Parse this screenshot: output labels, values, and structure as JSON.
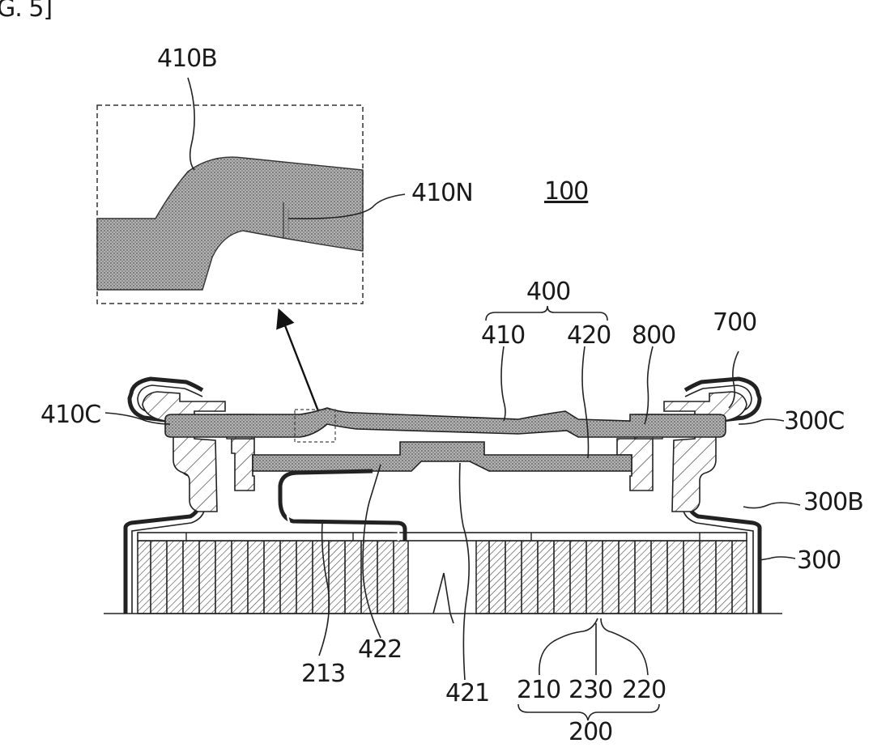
{
  "figure": {
    "fig_label": "G. 5]"
  },
  "colors": {
    "ink": "#222222",
    "dot_fill": "#9a9a9a",
    "hatch": "#444444",
    "paper": "#ffffff"
  },
  "labels": {
    "l100": "100",
    "l200": "200",
    "l210": "210",
    "l213": "213",
    "l220": "220",
    "l230": "230",
    "l300": "300",
    "l300B": "300B",
    "l300C": "300C",
    "l400": "400",
    "l410": "410",
    "l410B": "410B",
    "l410C": "410C",
    "l410N": "410N",
    "l420": "420",
    "l421": "421",
    "l422": "422",
    "l700": "700",
    "l800": "800"
  }
}
